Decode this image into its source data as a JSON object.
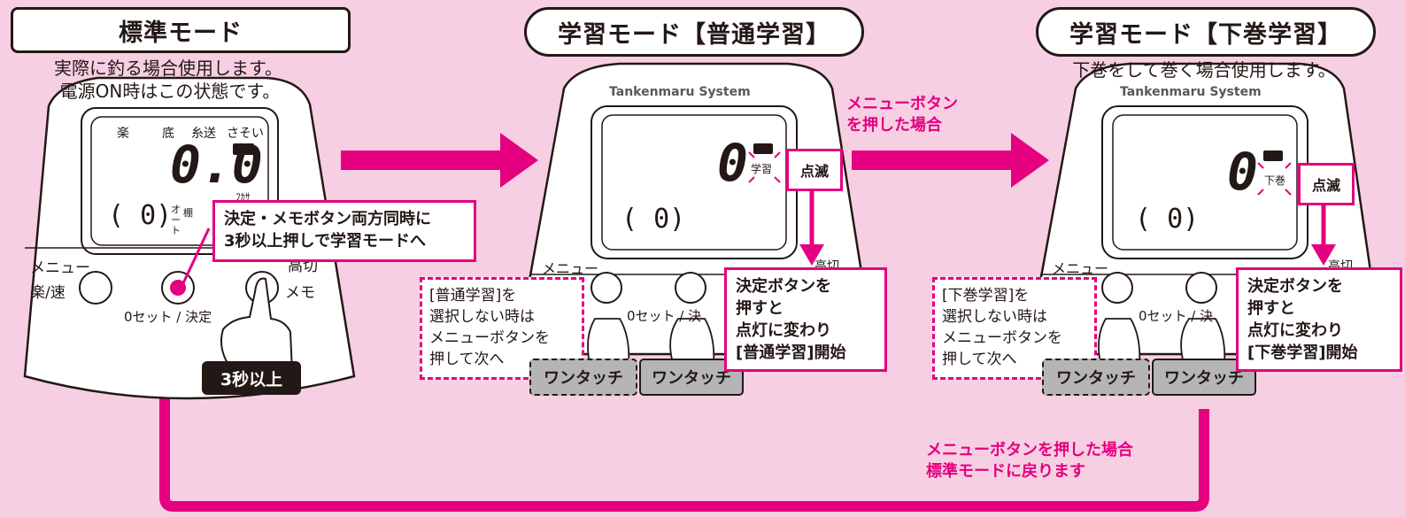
{
  "headers": {
    "standard": "標準モード",
    "learn_normal": "学習モード【普通学習】",
    "learn_down": "学習モード【下巻学習】"
  },
  "standard": {
    "caption_line1": "実際に釣る場合使用します。",
    "caption_line2": "電源ON時はこの状態です。",
    "lcd_labels": [
      "楽",
      "底",
      "糸送",
      "さそい"
    ],
    "lcd_main": "0.0",
    "lcd_unit": "ﾌｶｻ",
    "lcd_sub": "( 0)",
    "lcd_auto": "オート",
    "lcd_tana": "棚",
    "btn_menu": "メニュー",
    "btn_raku": "楽/速",
    "btn_zero": "0セット / 決定",
    "btn_takakiri": "高切",
    "btn_memo": "メモ",
    "callout_line1": "決定・メモボタン両方同時に",
    "callout_line2": "3秒以上押しで学習モードへ",
    "tag_3sec": "3秒以上"
  },
  "normal": {
    "brand": "Tankenmaru System",
    "lcd_main": "0",
    "lcd_indicator": "学習",
    "lcd_sub": "( 0)",
    "blink": "点滅",
    "btn_menu": "メニュー",
    "btn_zero": "0セット / 決",
    "btn_takakiri": "高切",
    "dashed_lines": [
      "[普通学習]を",
      "選択しない時は",
      "メニューボタンを",
      "押して次へ"
    ],
    "tag_left": "ワンタッチ",
    "tag_right": "ワンタッチ",
    "callout_lines": [
      "決定ボタンを",
      "押すと",
      "点灯に変わり",
      "[普通学習]開始"
    ]
  },
  "down": {
    "caption": "下巻をして巻く場合使用します。",
    "brand": "Tankenmaru System",
    "lcd_main": "0",
    "lcd_indicator": "下巻",
    "lcd_sub": "( 0)",
    "blink": "点滅",
    "btn_menu": "メニュー",
    "btn_zero": "0セット / 決",
    "btn_takakiri": "高切",
    "dashed_lines": [
      "[下巻学習]を",
      "選択しない時は",
      "メニューボタンを",
      "押して次へ"
    ],
    "tag_left": "ワンタッチ",
    "tag_right": "ワンタッチ",
    "callout_lines": [
      "決定ボタンを",
      "押すと",
      "点灯に変わり",
      "[下巻学習]開始"
    ]
  },
  "arrows": {
    "menu_pressed_line1": "メニューボタン",
    "menu_pressed_line2": "を押した場合",
    "return_line1": "メニューボタンを押した場合",
    "return_line2": "標準モードに戻ります"
  },
  "colors": {
    "accent": "#e4007f",
    "background": "#f7cfe3",
    "ink": "#231815"
  }
}
